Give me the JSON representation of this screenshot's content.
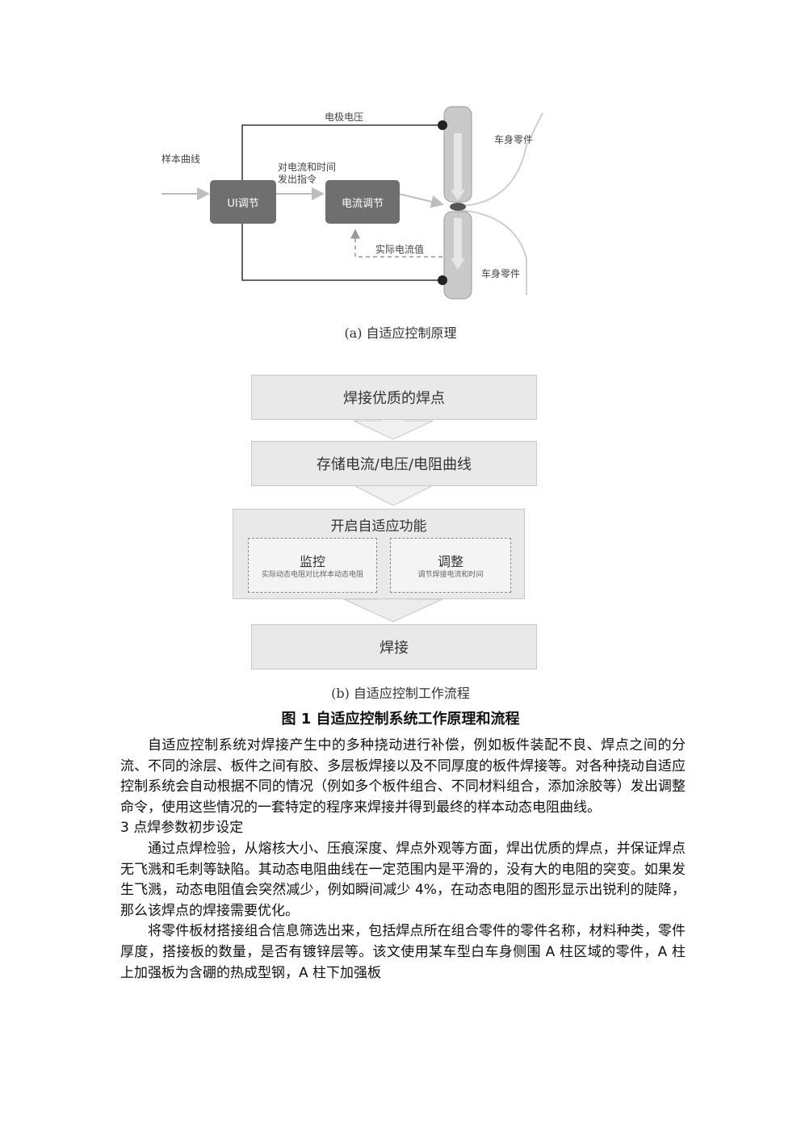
{
  "figure_a": {
    "labels": {
      "electrode_voltage": "电极电压",
      "sample_curve": "样本曲线",
      "command_line1": "对电流和时间",
      "command_line2": "发出指令",
      "actual_current": "实际电流值",
      "part_top": "车身零件",
      "part_bottom": "车身零件"
    },
    "blocks": {
      "ui": "UI调节",
      "current": "电流调节"
    },
    "caption": "(a) 自适应控制原理"
  },
  "figure_b": {
    "steps": [
      "焊接优质的焊点",
      "存储电流/电压/电阻曲线"
    ],
    "adaptive": {
      "title": "开启自适应功能",
      "monitor": {
        "title": "监控",
        "desc": "实际动态电阻对比样本动态电阻"
      },
      "adjust": {
        "title": "调整",
        "desc": "调节焊接电流和时间"
      }
    },
    "final_step": "焊接",
    "caption": "(b) 自适应控制工作流程"
  },
  "figure_title": "图 1  自适应控制系统工作原理和流程",
  "paragraphs": [
    "自适应控制系统对焊接产生中的多种挠动进行补偿，例如板件装配不良、焊点之间的分流、不同的涂层、板件之间有胶、多层板焊接以及不同厚度的板件焊接等。对各种挠动自适应控制系统会自动根据不同的情况（例如多个板件组合、不同材料组合，添加涂胶等）发出调整命令，使用这些情况的一套特定的程序来焊接并得到最终的样本动态电阻曲线。",
    "3 点焊参数初步设定",
    "通过点焊检验，从熔核大小、压痕深度、焊点外观等方面，焊出优质的焊点，并保证焊点无飞溅和毛刺等缺陷。其动态电阻曲线在一定范围内是平滑的，没有大的电阻的突变。如果发生飞溅，动态电阻值会突然减少，例如瞬间减少 4%，在动态电阻的图形显示出锐利的陡降，那么该焊点的焊接需要优化。",
    "将零件板材搭接组合信息筛选出来，包括焊点所在组合零件的零件名称，材料种类，零件厚度，搭接板的数量，是否有镀锌层等。该文使用某车型白车身侧围 A 柱区域的零件，A 柱上加强板为含硼的热成型钢，A 柱下加强板"
  ]
}
